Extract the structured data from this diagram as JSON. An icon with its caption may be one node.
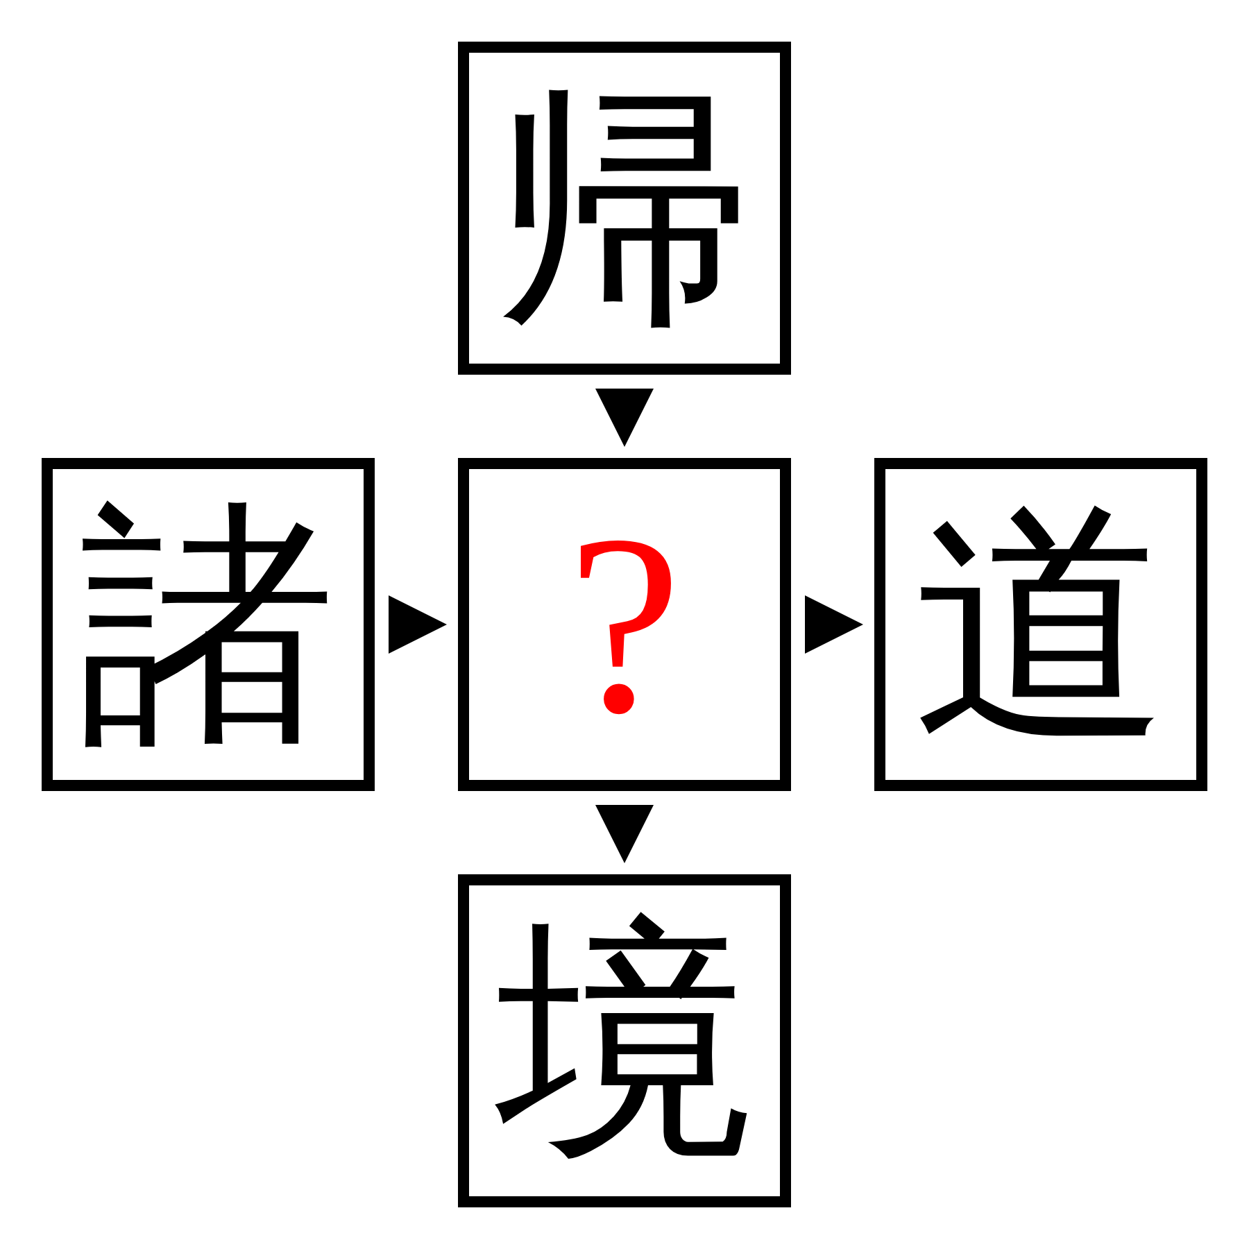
{
  "diagram": {
    "nodes": [
      {
        "text": [
          "帰"
        ]
      },
      {
        "text": [
          "諸"
        ]
      },
      {
        "text": [
          "?"
        ]
      },
      {
        "text": [
          "道"
        ]
      },
      {
        "text": [
          "境"
        ]
      }
    ],
    "edges": [
      {
        "from": 0,
        "to": 2,
        "arrow": "to"
      },
      {
        "from": 1,
        "to": 2,
        "arrow": "to"
      },
      {
        "from": 2,
        "to": 3,
        "arrow": "to"
      },
      {
        "from": 2,
        "to": 4,
        "arrow": "to"
      }
    ]
  }
}
